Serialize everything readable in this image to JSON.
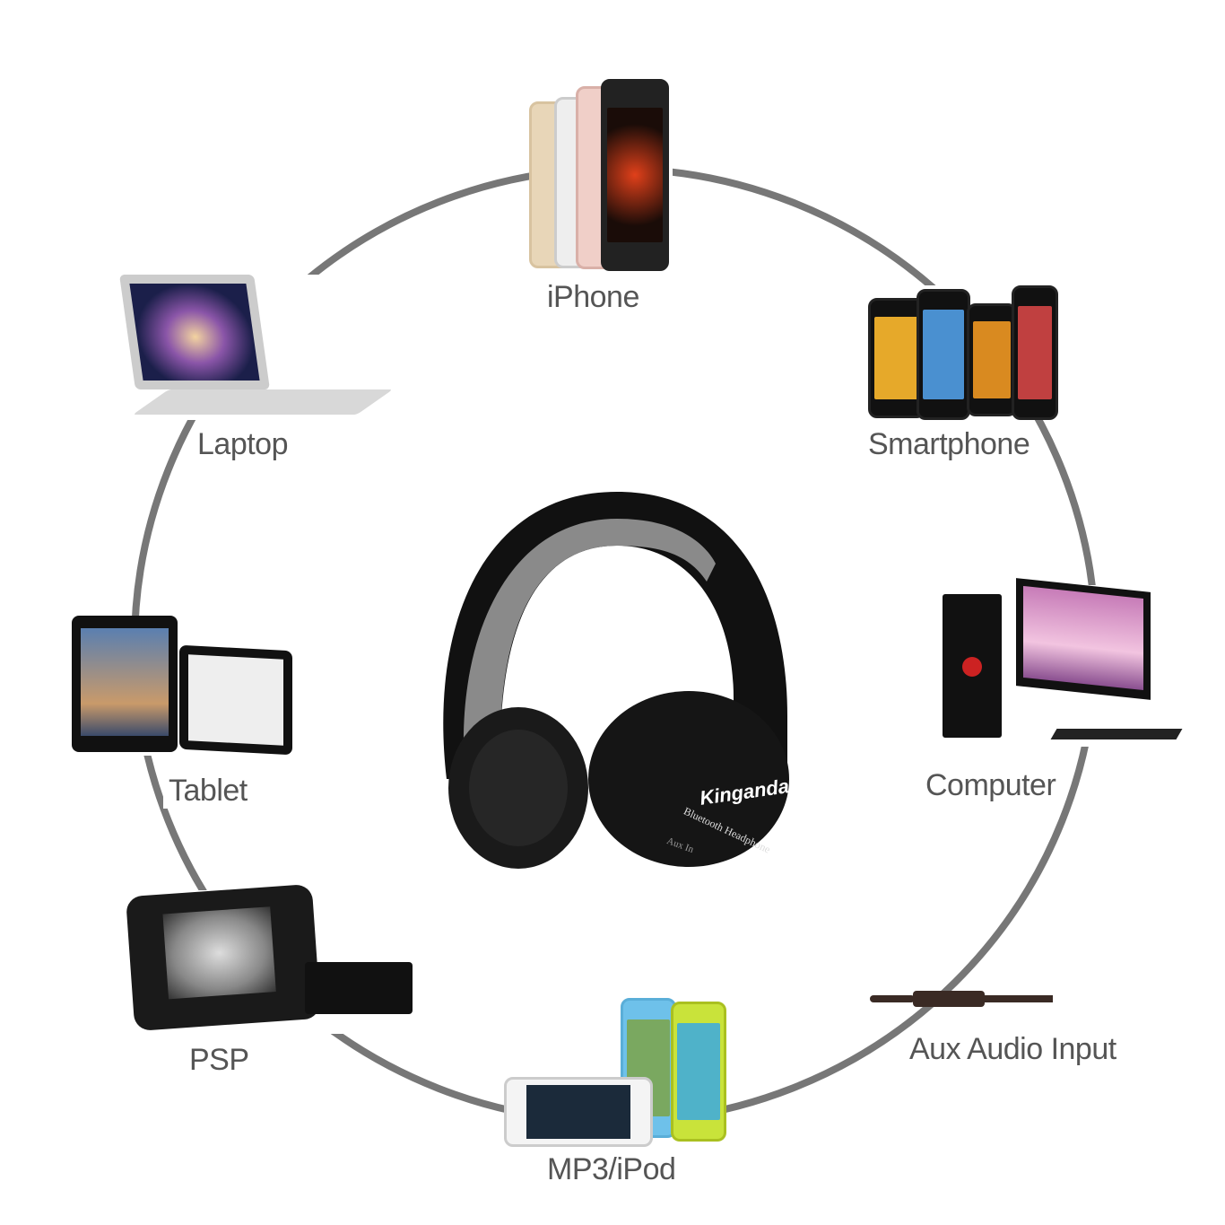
{
  "labels": {
    "iphone": "iPhone",
    "smartphone": "Smartphone",
    "computer": "Computer",
    "aux": "Aux Audio Input",
    "mp3": "MP3/iPod",
    "psp": "PSP",
    "tablet": "Tablet",
    "laptop": "Laptop"
  },
  "headphone": {
    "brand": "Kinganda",
    "model": "Bluetooth Headphone",
    "port": "Aux In"
  },
  "colors": {
    "ring": "#777777",
    "label": "#555555"
  }
}
